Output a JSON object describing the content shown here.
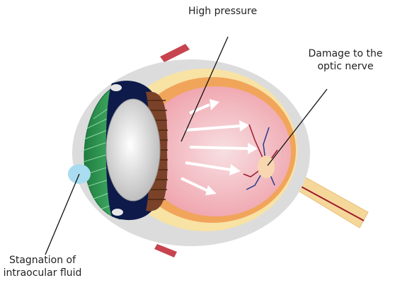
{
  "labels": {
    "high_pressure": "High pressure",
    "damage_line1": "Damage to the",
    "damage_line2": "optic nerve",
    "stagnation_line1": "Stagnation of",
    "stagnation_line2": "intraocular fluid"
  },
  "colors": {
    "sclera_outer": "#dcdcdc",
    "sclera_yellow": "#f8e2a4",
    "choroid_orange": "#f0a55a",
    "vitreous_pink": "#f3c2c7",
    "cornea_green": "#2e9e55",
    "iris_dark": "#0d1a4a",
    "lens_white": "#e8e8e8",
    "ciliary_brown": "#7a4228",
    "fluid_blue": "#a9dcf0",
    "optic_nerve": "#f5d79a",
    "vessel_red": "#9b1b2b",
    "vessel_blue": "#2a3a8c",
    "muscle_red": "#c7444f",
    "arrow_white": "#ffffff",
    "pointer_line": "#111111"
  }
}
